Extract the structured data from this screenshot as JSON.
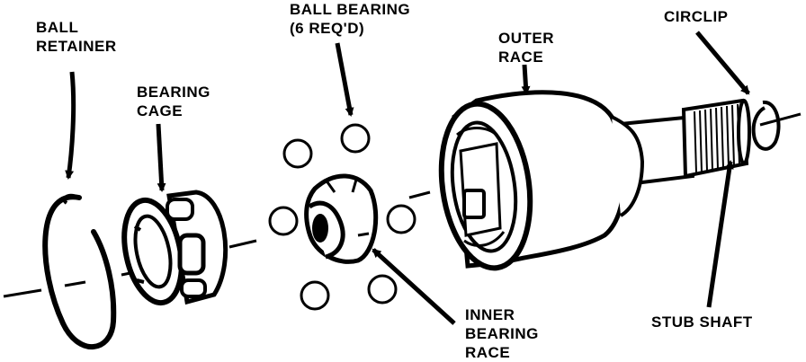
{
  "diagram": {
    "colors": {
      "ink": "#000000",
      "paper": "#ffffff"
    },
    "labels": {
      "ball_retainer": [
        "BALL",
        "RETAINER"
      ],
      "bearing_cage": [
        "BEARING",
        "CAGE"
      ],
      "ball_bearing": [
        "BALL BEARING",
        "(6 REQ'D)"
      ],
      "outer_race": [
        "OUTER",
        "RACE"
      ],
      "circlip": [
        "CIRCLIP"
      ],
      "inner_bearing_race": [
        "INNER",
        "BEARING",
        "RACE"
      ],
      "stub_shaft": [
        "STUB SHAFT"
      ]
    }
  }
}
